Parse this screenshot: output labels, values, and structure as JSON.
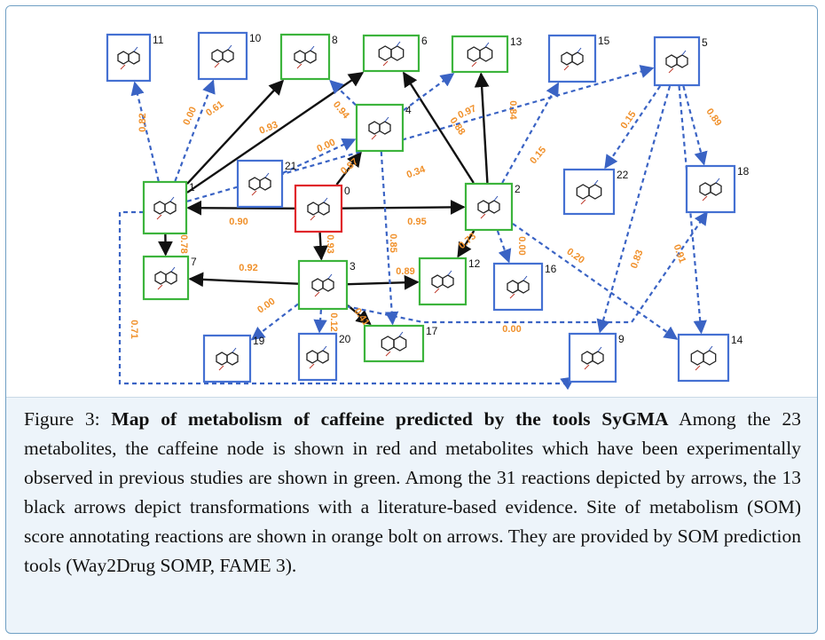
{
  "nodes": [
    {
      "id": "0",
      "label": "0",
      "status": "parent"
    },
    {
      "id": "1",
      "label": "1",
      "status": "observed"
    },
    {
      "id": "2",
      "label": "2",
      "status": "observed"
    },
    {
      "id": "3",
      "label": "3",
      "status": "observed"
    },
    {
      "id": "4",
      "label": "4",
      "status": "observed"
    },
    {
      "id": "5",
      "label": "5",
      "status": "predicted"
    },
    {
      "id": "6",
      "label": "6",
      "status": "observed"
    },
    {
      "id": "7",
      "label": "7",
      "status": "observed"
    },
    {
      "id": "8",
      "label": "8",
      "status": "observed"
    },
    {
      "id": "9",
      "label": "9",
      "status": "predicted"
    },
    {
      "id": "10",
      "label": "10",
      "status": "predicted"
    },
    {
      "id": "11",
      "label": "11",
      "status": "predicted"
    },
    {
      "id": "12",
      "label": "12",
      "status": "observed"
    },
    {
      "id": "13",
      "label": "13",
      "status": "observed"
    },
    {
      "id": "14",
      "label": "14",
      "status": "predicted"
    },
    {
      "id": "15",
      "label": "15",
      "status": "predicted"
    },
    {
      "id": "16",
      "label": "16",
      "status": "predicted"
    },
    {
      "id": "17",
      "label": "17",
      "status": "observed"
    },
    {
      "id": "18",
      "label": "18",
      "status": "predicted"
    },
    {
      "id": "19",
      "label": "19",
      "status": "predicted"
    },
    {
      "id": "20",
      "label": "20",
      "status": "predicted"
    },
    {
      "id": "21",
      "label": "21",
      "status": "predicted"
    },
    {
      "id": "22",
      "label": "22",
      "status": "predicted"
    }
  ],
  "edges": [
    {
      "from": "0",
      "to": "1",
      "score": "0.90",
      "evidence": "literature"
    },
    {
      "from": "0",
      "to": "2",
      "score": "0.95",
      "evidence": "literature"
    },
    {
      "from": "0",
      "to": "3",
      "score": "0.93",
      "evidence": "literature"
    },
    {
      "from": "0",
      "to": "4",
      "score": "0.87",
      "evidence": "literature"
    },
    {
      "from": "1",
      "to": "7",
      "score": "0.78",
      "evidence": "literature"
    },
    {
      "from": "1",
      "to": "8",
      "score": "0.61",
      "evidence": "literature"
    },
    {
      "from": "1",
      "to": "6",
      "score": "0.93",
      "evidence": "literature"
    },
    {
      "from": "2",
      "to": "6",
      "score": "0.88",
      "evidence": "literature"
    },
    {
      "from": "2",
      "to": "13",
      "score": "0.84",
      "evidence": "literature"
    },
    {
      "from": "2",
      "to": "12",
      "score": "0.73",
      "evidence": "literature"
    },
    {
      "from": "3",
      "to": "7",
      "score": "0.92",
      "evidence": "literature"
    },
    {
      "from": "3",
      "to": "12",
      "score": "0.89",
      "evidence": "literature"
    },
    {
      "from": "3",
      "to": "17",
      "score": "0.41",
      "evidence": "literature"
    },
    {
      "from": "1",
      "to": "11",
      "score": "0.82",
      "evidence": "predicted"
    },
    {
      "from": "1",
      "to": "10",
      "score": "0.00",
      "evidence": "predicted"
    },
    {
      "from": "4",
      "to": "8",
      "score": "0.94",
      "evidence": "predicted"
    },
    {
      "from": "4",
      "to": "13",
      "score": "0.97",
      "evidence": "predicted"
    },
    {
      "from": "4",
      "to": "17",
      "score": "0.85",
      "evidence": "predicted"
    },
    {
      "from": "21",
      "to": "4",
      "score": "0.00",
      "evidence": "predicted"
    },
    {
      "from": "1",
      "to": "5",
      "score": "0.34",
      "evidence": "predicted"
    },
    {
      "from": "2",
      "to": "15",
      "score": "0.15",
      "evidence": "predicted"
    },
    {
      "from": "2",
      "to": "16",
      "score": "0.00",
      "evidence": "predicted"
    },
    {
      "from": "2",
      "to": "14",
      "score": "0.20",
      "evidence": "predicted"
    },
    {
      "from": "5",
      "to": "22",
      "score": "0.15",
      "evidence": "predicted"
    },
    {
      "from": "5",
      "to": "18",
      "score": "0.89",
      "evidence": "predicted"
    },
    {
      "from": "5",
      "to": "9",
      "score": "0.83",
      "evidence": "predicted"
    },
    {
      "from": "5",
      "to": "14",
      "score": "0.91",
      "evidence": "predicted"
    },
    {
      "from": "3",
      "to": "19",
      "score": "0.00",
      "evidence": "predicted"
    },
    {
      "from": "3",
      "to": "20",
      "score": "0.12",
      "evidence": "predicted"
    },
    {
      "from": "3",
      "to": "18",
      "score": "0.00",
      "evidence": "predicted"
    },
    {
      "from": "1",
      "to": "9",
      "score": "0.71",
      "evidence": "predicted"
    }
  ],
  "colors": {
    "parent": "#e0262a",
    "observed": "#3cb43c",
    "predicted": "#4470d2",
    "literature_arrow": "#111111",
    "predicted_arrow": "#3a63c4",
    "score": "#f0902a"
  },
  "caption": {
    "label": "Figure 3:",
    "title": "Map of metabolism of caffeine predicted by the tools SyGMA",
    "body": "Among the 23 metabolites, the caffeine node is shown in red and metabolites which have been experimentally observed in previous studies are shown in green. Among the 31 reactions depicted by arrows, the 13 black arrows depict transformations with a literature-based evidence. Site of metabolism (SOM) score annotating reactions are shown in orange bolt on arrows. They are provided by SOM prediction tools (Way2Drug SOMP, FAME 3)."
  }
}
